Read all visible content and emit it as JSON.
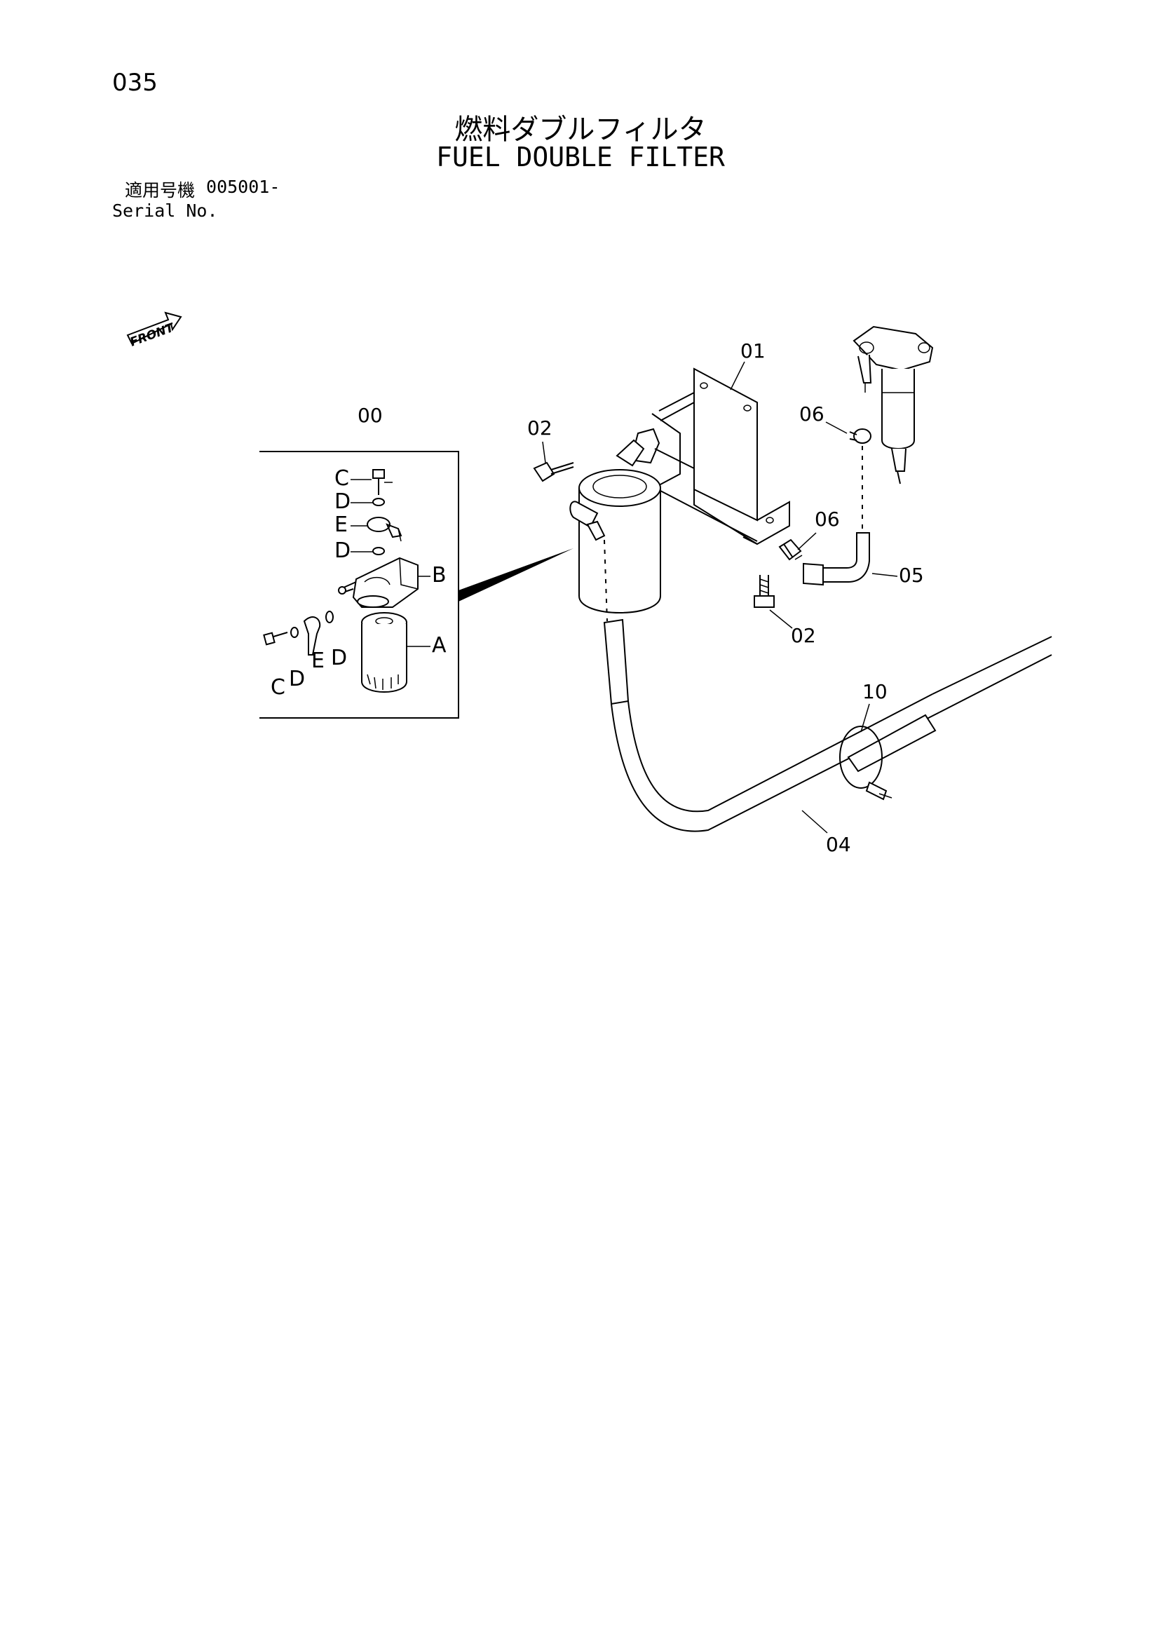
{
  "page": {
    "number": "035",
    "title_jp": "燃料ダブルフィルタ",
    "title_en": "FUEL DOUBLE FILTER",
    "serial_label_jp": "適用号機",
    "serial_value": "005001-",
    "serial_label_en": "Serial No."
  },
  "diagram": {
    "front_label": "FRONT",
    "assembly_label": "00",
    "detail_labels": [
      "C",
      "D",
      "E",
      "D",
      "B",
      "A",
      "C",
      "D",
      "E",
      "D"
    ],
    "part_labels": [
      "01",
      "02",
      "02",
      "04",
      "05",
      "06",
      "06",
      "10"
    ]
  }
}
